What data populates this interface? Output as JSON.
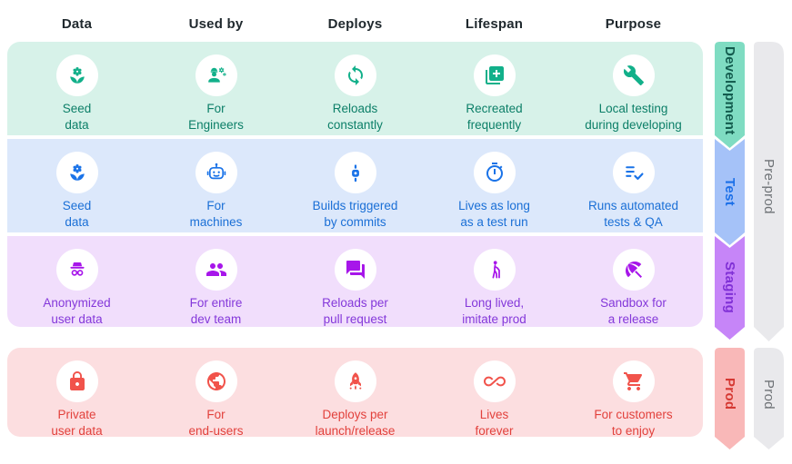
{
  "header": {
    "columns": [
      "Data",
      "Used by",
      "Deploys",
      "Lifespan",
      "Purpose"
    ]
  },
  "rows": [
    {
      "tab": "Development",
      "cells": [
        {
          "icon": "seedling-icon",
          "label": "Seed\ndata"
        },
        {
          "icon": "engineer-icon",
          "label": "For\nEngineers"
        },
        {
          "icon": "sync-icon",
          "label": "Reloads\nconstantly"
        },
        {
          "icon": "duplicate-add-icon",
          "label": "Recreated\nfrequently"
        },
        {
          "icon": "wrench-icon",
          "label": "Local testing\nduring developing"
        }
      ]
    },
    {
      "tab": "Test",
      "cells": [
        {
          "icon": "seedling-icon",
          "label": "Seed\ndata"
        },
        {
          "icon": "robot-icon",
          "label": "For\nmachines"
        },
        {
          "icon": "commit-icon",
          "label": "Builds triggered\nby commits"
        },
        {
          "icon": "stopwatch-icon",
          "label": "Lives as long\nas a test run"
        },
        {
          "icon": "checklist-icon",
          "label": "Runs automated\ntests & QA"
        }
      ]
    },
    {
      "tab": "Staging",
      "cells": [
        {
          "icon": "incognito-icon",
          "label": "Anonymized\nuser data"
        },
        {
          "icon": "group-icon",
          "label": "For entire\ndev team"
        },
        {
          "icon": "forum-icon",
          "label": "Reloads per\npull request"
        },
        {
          "icon": "elderly-icon",
          "label": "Long lived,\nimitate prod"
        },
        {
          "icon": "beach-umbrella-icon",
          "label": "Sandbox for\na release"
        }
      ]
    },
    {
      "tab": "Prod",
      "cells": [
        {
          "icon": "lock-icon",
          "label": "Private\nuser data"
        },
        {
          "icon": "globe-icon",
          "label": "For\nend-users"
        },
        {
          "icon": "rocket-icon",
          "label": "Deploys per\nlaunch/release"
        },
        {
          "icon": "infinity-icon",
          "label": "Lives\nforever"
        },
        {
          "icon": "cart-icon",
          "label": "For customers\nto enjoy"
        }
      ]
    }
  ],
  "side_tabs": [
    {
      "label": "Pre-prod"
    },
    {
      "label": "Prod"
    }
  ],
  "palette": {
    "development": {
      "band": "#d7f2e9",
      "accent": "#12b08a",
      "text": "#0c7f68",
      "tab": "#7fdcc2"
    },
    "test": {
      "band": "#dce8fb",
      "accent": "#1a73e8",
      "text": "#1a6fd6",
      "tab": "#a5c2f8"
    },
    "staging": {
      "band": "#f1defc",
      "accent": "#a716ea",
      "text": "#8438da",
      "tab": "#c685f8"
    },
    "prod": {
      "band": "#fcdee0",
      "accent": "#f1534b",
      "text": "#e2413c",
      "tab": "#f9b8b8"
    },
    "gray_tab": {
      "band": "#e9e9ec",
      "text": "#6e7276"
    },
    "header_text": "#20292e"
  }
}
